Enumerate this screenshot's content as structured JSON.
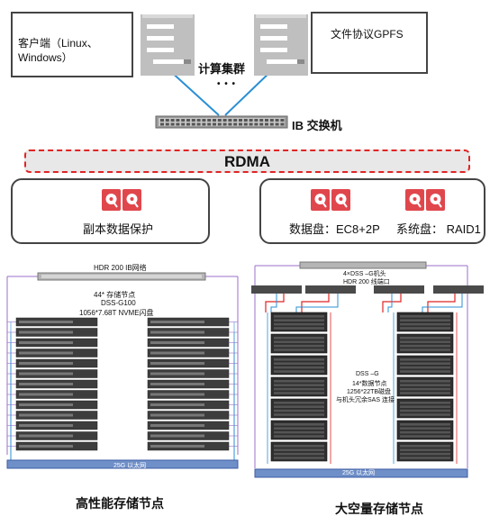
{
  "top": {
    "client_label": "客户端（Linux、Windows）",
    "client_line1": "客户端（Linux、",
    "client_line2": "Windows）",
    "gpfs_label": "文件协议GPFS",
    "cluster_label": "计算集群",
    "ellipsis": "• • •",
    "switch_label": "IB 交换机",
    "rdma_label": "RDMA"
  },
  "features": {
    "left": {
      "label": "副本数据保护",
      "icon": "disk-red-icon"
    },
    "right": {
      "data_disk": "数据盘：EC8+2P",
      "system_disk": "系统盘：  RAID1",
      "icon": "disk-red-icon"
    }
  },
  "left_rack": {
    "network_label": "HDR 200 IB网络",
    "nodes_line1": "44* 存储节点",
    "nodes_line2": "DSS-G100",
    "nodes_line3": "1056*7.68T NVME闪盘",
    "ethernet_label": "25G 以太网",
    "title": "高性能存储节点"
  },
  "right_rack": {
    "header_line1": "4×DSS –G机头",
    "header_line2": "HDR 200 线端口",
    "info_line1": "DSS –G",
    "info_line2": "14*数据节点",
    "info_line3": "1256*22TB磁盘",
    "info_line4": "与机头冗余SAS 连接",
    "ethernet_label": "25G 以太网",
    "title": "大空量存储节点"
  },
  "colors": {
    "cable_blue": "#2a8fd4",
    "rdma_red": "#e02424",
    "rdma_fill": "#e8e8e8",
    "purple_line": "#9b6fc8",
    "ethernet_bar": "#6f8fc8",
    "disk_red": "#e0474c"
  }
}
